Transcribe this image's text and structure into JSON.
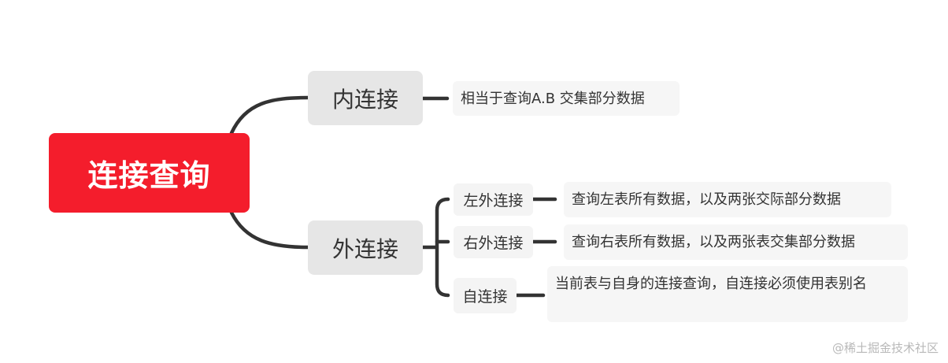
{
  "mindmap": {
    "root": {
      "label": "连接查询"
    },
    "inner_join": {
      "label": "内连接",
      "detail": "相当于查询A.B 交集部分数据"
    },
    "outer_join": {
      "label": "外连接",
      "children": [
        {
          "label": "左外连接",
          "detail": "查询左表所有数据，以及两张交际部分数据"
        },
        {
          "label": "右外连接",
          "detail": "查询右表所有数据，以及两张表交集部分数据"
        },
        {
          "label": "自连接",
          "detail": "当前表与自身的连接查询，自连接必须使用表别名"
        }
      ]
    }
  },
  "watermark": "@稀土掘金技术社区",
  "colors": {
    "root_bg": "#f41d2c",
    "connector": "#333333",
    "level1_bg": "#e6e6e6"
  }
}
